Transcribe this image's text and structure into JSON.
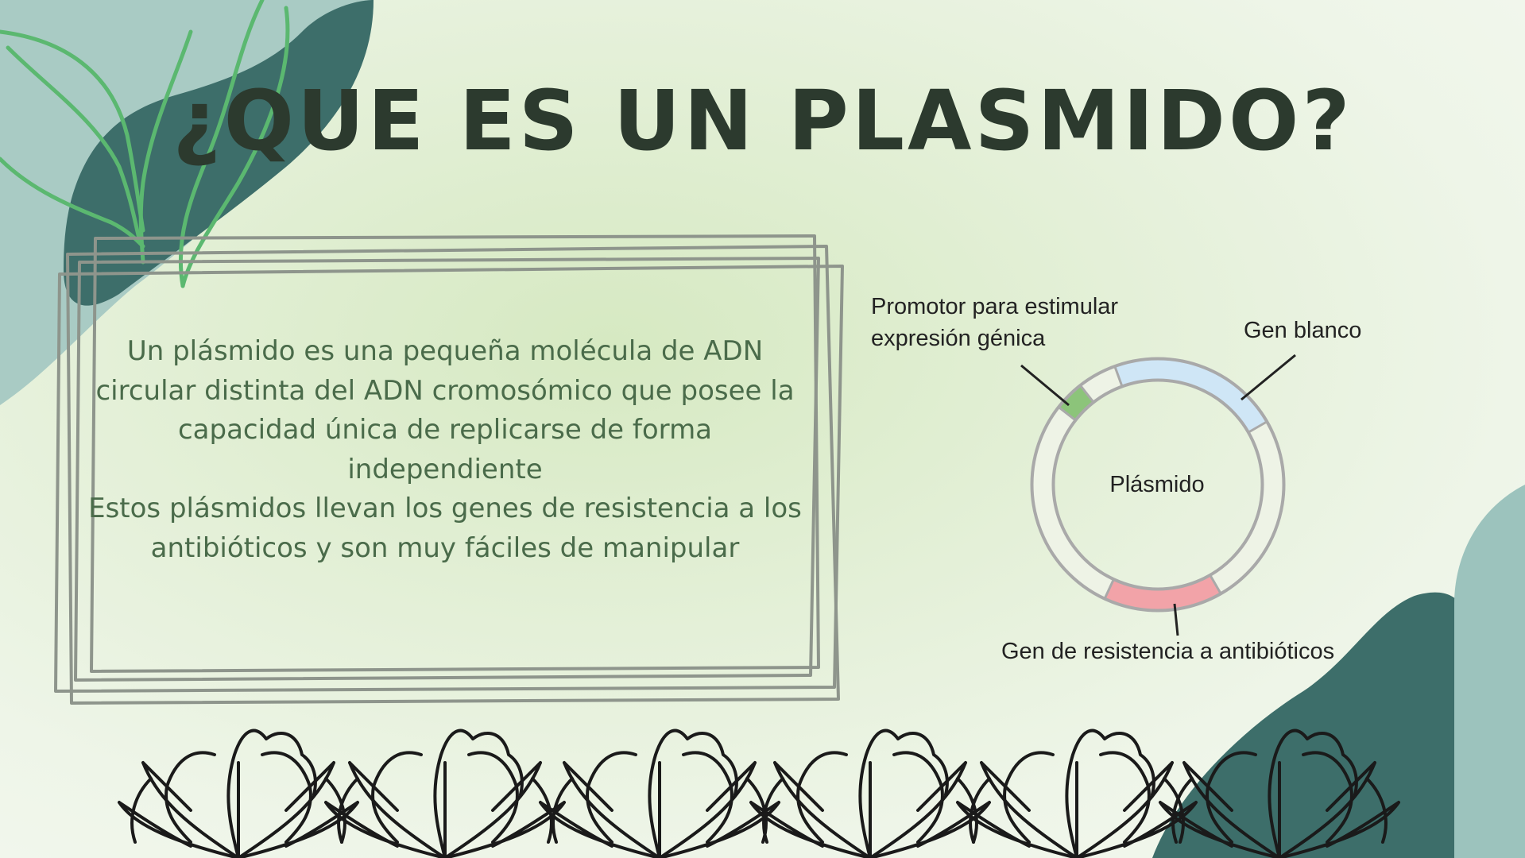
{
  "slide": {
    "title": "¿QUE ES UN PLASMIDO?",
    "paragraph_1": "Un plásmido es una pequeña molécula de ADN circular distinta del ADN cromosómico que posee la capacidad única de replicarse de forma independiente",
    "paragraph_2": "Estos plásmidos llevan los genes de resistencia a los antibióticos y son muy fáciles de manipular"
  },
  "diagram": {
    "center_label": "Plásmido",
    "promoter_label": "Promotor para estimular expresión génica",
    "target_gene_label": "Gen blanco",
    "resistance_gene_label": "Gen de resistencia a antibióticos",
    "colors": {
      "promoter": "#8cc47a",
      "target_gene": "#cfe6f6",
      "resistance_gene": "#f2a3a8",
      "ring": "#a9a9a9",
      "ring_fill": "#eef3e6"
    }
  },
  "decor": {
    "accent_dark": "#3d6e6a",
    "accent_light": "#9cc3bd",
    "leaf_green": "#5bb870",
    "frame_gray": "#8e958c"
  }
}
